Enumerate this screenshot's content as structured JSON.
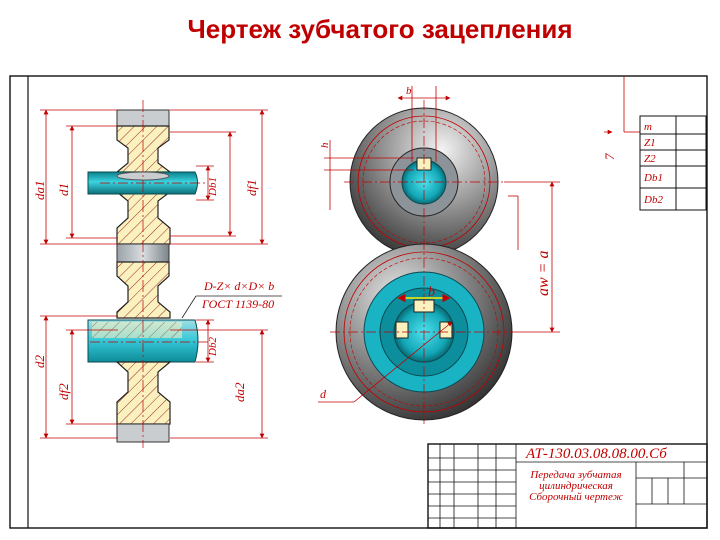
{
  "title": "Чертеж зубчатого зацепления",
  "colors": {
    "title": "#c00000",
    "dim_lines": "#c00000",
    "frame": "#111111",
    "gear_fill": "#fbf1bf",
    "shaft_fill": "#2ec8d8",
    "hatch": "#9a2a2a"
  },
  "section_view": {
    "labels": {
      "da1": "da1",
      "d1": "d1",
      "db1": "Db1",
      "df1": "df1",
      "d2": "d2",
      "df2": "df2",
      "db2": "Db2",
      "da2": "da2"
    },
    "spline_note": {
      "line1": "D-Z× d×D× b",
      "line2": "ГОСТ 1139-80"
    }
  },
  "front_view": {
    "labels": {
      "b_top": "b",
      "h": "h",
      "b_mid": "b",
      "center_distance": "aw = a",
      "d": "d"
    }
  },
  "param_table": {
    "rows": [
      "m",
      "Z1",
      "Z2",
      "Db1",
      "Db2"
    ],
    "leader_number": "7"
  },
  "title_block": {
    "code": "АТ-130.03.08.08.00.Сб",
    "name_line1": "Передача зубчатая",
    "name_line2": "цилиндрическая",
    "name_line3": "Сборочный чертеж"
  }
}
